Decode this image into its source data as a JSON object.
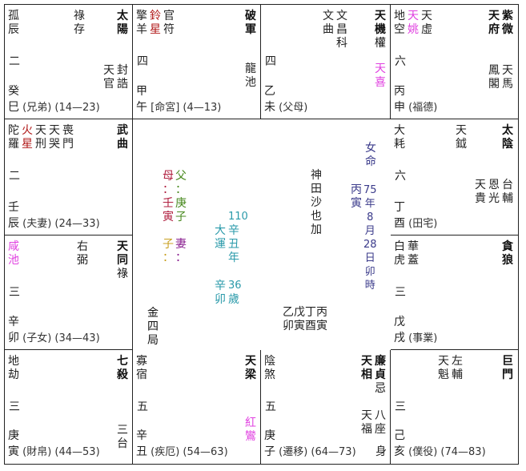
{
  "palaces": [
    {
      "id": "si",
      "stem": "癸",
      "branch": "巳",
      "name": "(兄弟)",
      "range": "(14—23)",
      "num": "二",
      "main_stars": [
        "太陽"
      ],
      "top_stars": [
        "祿存"
      ],
      "left_stars": [
        "孤辰"
      ],
      "bottom_stars": [
        "天官",
        "封誥"
      ]
    },
    {
      "id": "wu",
      "stem": "甲",
      "branch": "午",
      "name": "[命宮]",
      "range": "(4—13)",
      "num": "四",
      "main_stars": [
        "破軍"
      ],
      "left_stars": [
        "擎羊",
        "鈴星",
        "官符"
      ],
      "bottom_stars": [
        "龍池"
      ]
    },
    {
      "id": "wei",
      "stem": "乙",
      "branch": "未",
      "name": "(父母)",
      "range": "",
      "num": "四",
      "main_stars": [
        "天機"
      ],
      "main_transform": "權",
      "top_stars": [
        "文曲",
        "文昌"
      ],
      "top_transform": "科",
      "bottom_stars": [
        "天喜"
      ]
    },
    {
      "id": "shen",
      "stem": "丙",
      "branch": "申",
      "name": "(福德)",
      "range": "",
      "num": "六",
      "main_stars": [
        "天府",
        "紫微"
      ],
      "left_stars": [
        "地空",
        "天姚",
        "天虛"
      ],
      "bottom_stars": [
        "鳳閣",
        "天馬"
      ]
    },
    {
      "id": "chen",
      "stem": "壬",
      "branch": "辰",
      "name": "(夫妻)",
      "range": "(24—33)",
      "num": "二",
      "main_stars": [
        "武曲"
      ],
      "left_stars": [
        "陀羅",
        "火星",
        "天刑",
        "天哭",
        "喪門"
      ]
    },
    {
      "id": "you",
      "stem": "丁",
      "branch": "酉",
      "name": "(田宅)",
      "range": "",
      "num": "六",
      "main_stars": [
        "太陰"
      ],
      "left_stars": [
        "大耗"
      ],
      "top_stars": [
        "天鉞"
      ],
      "bottom_stars": [
        "天貴",
        "恩光",
        "台輔"
      ]
    },
    {
      "id": "mao",
      "stem": "辛",
      "branch": "卯",
      "name": "(子女)",
      "range": "(34—43)",
      "num": "三",
      "main_stars": [
        "天同"
      ],
      "main_transform": "祿",
      "left_stars": [
        "咸池"
      ],
      "top_stars": [
        "右弼"
      ]
    },
    {
      "id": "xu",
      "stem": "戊",
      "branch": "戌",
      "name": "(事業)",
      "range": "",
      "num": "三",
      "main_stars": [
        "貪狼"
      ],
      "left_stars": [
        "白虎",
        "華蓋"
      ]
    },
    {
      "id": "yin",
      "stem": "庚",
      "branch": "寅",
      "name": "(財帛)",
      "range": "(44—53)",
      "num": "三",
      "main_stars": [
        "七殺"
      ],
      "left_stars": [
        "地劫"
      ],
      "bottom_stars": [
        "三台"
      ]
    },
    {
      "id": "chou",
      "stem": "辛",
      "branch": "丑",
      "name": "(疾厄)",
      "range": "(54—63)",
      "num": "五",
      "main_stars": [
        "天梁"
      ],
      "left_stars": [
        "寡宿"
      ],
      "bottom_stars": [
        "紅鸞"
      ]
    },
    {
      "id": "zi",
      "stem": "庚",
      "branch": "子",
      "name": "(遷移)",
      "range": "(64—73)",
      "body": "身",
      "num": "五",
      "main_stars": [
        "天相",
        "廉貞"
      ],
      "main_transform": "忌",
      "left_stars": [
        "陰煞"
      ],
      "bottom_stars": [
        "天福",
        "八座"
      ]
    },
    {
      "id": "hai",
      "stem": "己",
      "branch": "亥",
      "name": "(僕役)",
      "range": "(74—83)",
      "num": "三",
      "main_stars": [
        "巨門"
      ],
      "top_stars": [
        "天魁",
        "左輔"
      ]
    }
  ],
  "center": {
    "name": "神田沙也加",
    "gender": "女命",
    "birth_ganzhi": "丙寅",
    "birth_date": [
      "75",
      "年",
      "8",
      "月",
      "28",
      "日",
      "卯",
      "時"
    ],
    "bazi": [
      [
        "乙",
        "卯"
      ],
      [
        "戊",
        "寅"
      ],
      [
        "丁",
        "酉"
      ],
      [
        "丙",
        "寅"
      ]
    ],
    "bureau": "金四局",
    "mother": {
      "label": "母",
      "sep": "：",
      "stem": "壬",
      "branch": "寅"
    },
    "father": {
      "label": "父",
      "sep": "：",
      "stem": "庚",
      "branch": "子"
    },
    "child": {
      "label": "子",
      "sep": "："
    },
    "spouse": {
      "label": "妻",
      "sep": "："
    },
    "daxian": {
      "label": "大運",
      "year": "110",
      "ganzhi": "辛丑",
      "unit": "年"
    },
    "age": {
      "ganzhi": "辛卯",
      "value": "36",
      "unit": "歲"
    }
  },
  "colors": {
    "border": "#222222",
    "lucky_red": "#b01818",
    "peach_pink": "#e040e0",
    "mother": "#b02040",
    "father": "#4a8a20",
    "child": "#c8a020",
    "spouse": "#8a2090",
    "daxian": "#2a9aaa",
    "birth": "#3a3a8a"
  }
}
